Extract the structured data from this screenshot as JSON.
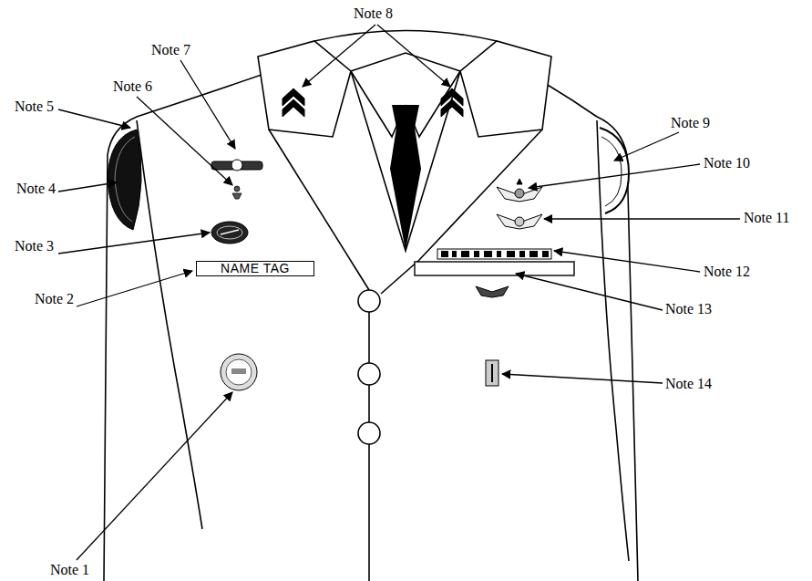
{
  "diagram": {
    "nodes": [
      {
        "text": [
          "NAME TAG"
        ]
      }
    ],
    "labels": [
      "Note 8",
      "Note 7",
      "Note 6",
      "Note 5",
      "Note 9",
      "Note 10",
      "Note 4",
      "Note 11",
      "Note 3",
      "Note 12",
      "Note 2",
      "Note 13",
      "Note 14",
      "Note 1"
    ]
  }
}
